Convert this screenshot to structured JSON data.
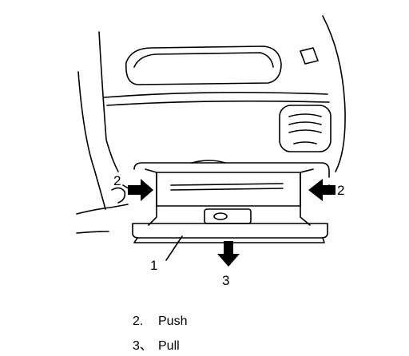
{
  "callouts": {
    "part_1": "1",
    "push_left": "2",
    "push_right": "2",
    "pull_down": "3"
  },
  "legend": [
    {
      "number": "2.",
      "label": "Push"
    },
    {
      "number": "3、",
      "label": "Pull"
    }
  ]
}
